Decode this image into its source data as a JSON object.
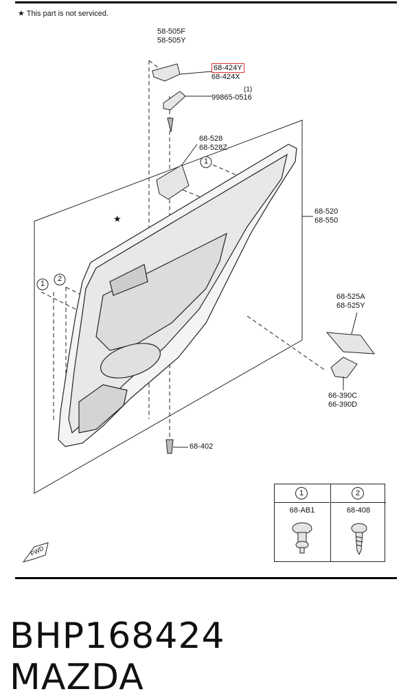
{
  "note": "★ This part is not serviced.",
  "labels": {
    "p58_505": [
      "58-505F",
      "58-505Y"
    ],
    "p68_424": [
      "68-424Y",
      "68-424X"
    ],
    "screw_qty": "(1)",
    "screw_code": "99865-0516",
    "p68_528": [
      "68-528",
      "68-528Z"
    ],
    "p68_520": [
      "68-520",
      "68-550"
    ],
    "p68_525": [
      "68-525A",
      "68-525Y"
    ],
    "p66_390": [
      "66-390C",
      "66-390D"
    ],
    "p68_402": "68-402",
    "star": "★",
    "callout_1": "1",
    "callout_2": "2"
  },
  "legend": {
    "items": [
      {
        "num": "1",
        "code": "68-AB1",
        "icon": "push-clip-icon"
      },
      {
        "num": "2",
        "code": "68-408",
        "icon": "screw-icon"
      }
    ]
  },
  "fwd_label": "FWD",
  "footer": {
    "part_number": "BHP168424",
    "brand": "MAZDA"
  }
}
